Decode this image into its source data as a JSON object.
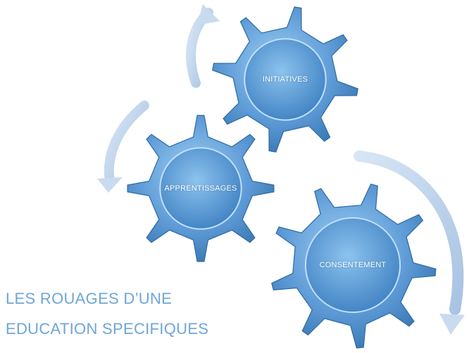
{
  "diagram": {
    "gears": [
      {
        "id": "initiatives",
        "label": "INITIATIVES"
      },
      {
        "id": "apprentissages",
        "label": "APPRENTISSAGES"
      },
      {
        "id": "consentement",
        "label": "CONSENTEMENT"
      }
    ],
    "title_lines": [
      "LES ROUAGES D’UNE",
      "EDUCATION SPECIFIQUES"
    ],
    "colors": {
      "gear_light": "#a9d2f3",
      "gear_mid": "#5d9ad6",
      "gear_dark": "#2f6ea9",
      "arrow": "#b9cfe8",
      "title": "#6fa6d8"
    }
  }
}
